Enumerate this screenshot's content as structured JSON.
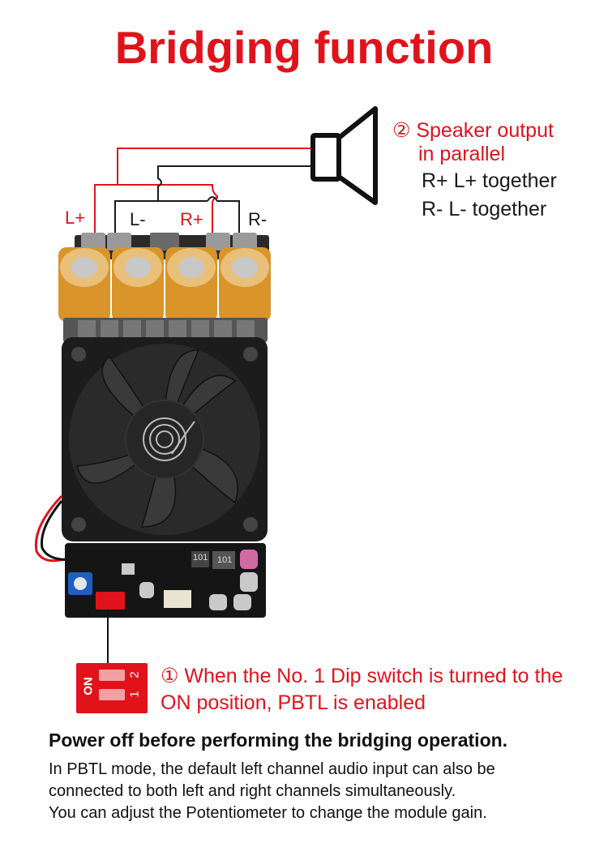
{
  "title": "Bridging function",
  "speaker_note": {
    "line1": "② Speaker output",
    "line2": "in parallel",
    "line3": "R+ L+ together",
    "line4": "R- L- together"
  },
  "terminals": {
    "l_plus": "L+",
    "l_minus": "L-",
    "r_plus": "R+",
    "r_minus": "R-"
  },
  "dip_note": {
    "line1": "① When the No. 1 Dip switch is turned to the",
    "line2": "ON position, PBTL is enabled"
  },
  "dip_switch": {
    "on_label": "ON",
    "pos1": "1",
    "pos2": "2"
  },
  "board_markings": {
    "cap1": "101",
    "cap2": "101"
  },
  "bottom": {
    "heading": "Power off before performing the bridging operation.",
    "line1": "In PBTL mode, the default left channel audio input can also be",
    "line2": "connected to both left and right channels simultaneously.",
    "line3": "You can adjust the Potentiometer to change the module gain."
  },
  "colors": {
    "accent_red": "#e0131b",
    "wire_black": "#1a1a1a",
    "capacitor_gold": "#d9952a",
    "fan_black": "#1c1c1c",
    "pcb_black": "#151515"
  }
}
